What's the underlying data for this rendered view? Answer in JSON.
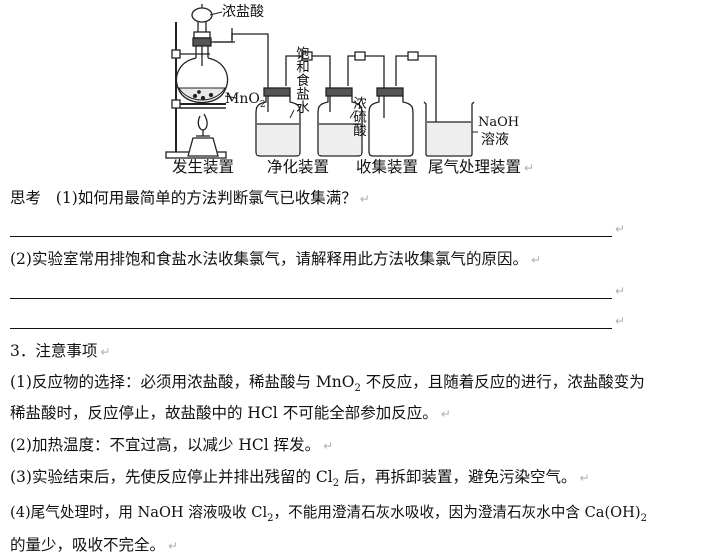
{
  "diagram": {
    "label_hcl": "浓盐酸",
    "label_mno2": "MnO",
    "label_mno2_sub": "2",
    "label_saturated_brine": "饱和食盐水",
    "label_conc_h2so4": "浓硫酸",
    "label_naoh_1": "NaOH",
    "label_naoh_2": "溶液",
    "caption_generation": "发生装置",
    "caption_purification": "净化装置",
    "caption_collection": "收集装置",
    "caption_tail": "尾气处理装置"
  },
  "think": {
    "heading": "思考",
    "q1": "(1)如何用最简单的方法判断氯气已收集满？",
    "q2": "(2)实验室常用排饱和食盐水法收集氯气，请解释用此方法收集氯气的原因。"
  },
  "notes": {
    "title": "3．注意事项",
    "n1_a": "(1)反应物的选择：必须用浓盐酸，稀盐酸与 MnO",
    "n1_a_sub": "2",
    "n1_b": " 不反应，且随着反应的进行，浓盐酸变为",
    "n1_c": "稀盐酸时，反应停止，故盐酸中的 HCl 不可能全部参加反应。",
    "n2": "(2)加热温度：不宜过高，以减少 HCl 挥发。",
    "n3_a": "(3)实验结束后，先使反应停止并排出残留的 Cl",
    "n3_sub": "2",
    "n3_b": " 后，再拆卸装置，避免污染空气。",
    "n4_a": "(4)尾气处理时，用 NaOH 溶液吸收 Cl",
    "n4_sub1": "2",
    "n4_b": "，不能用澄清石灰水吸收，因为澄清石灰水中含 Ca(OH)",
    "n4_sub2": "2",
    "n4_c": "的量少，吸收不完全。"
  },
  "para_mark": "↵"
}
